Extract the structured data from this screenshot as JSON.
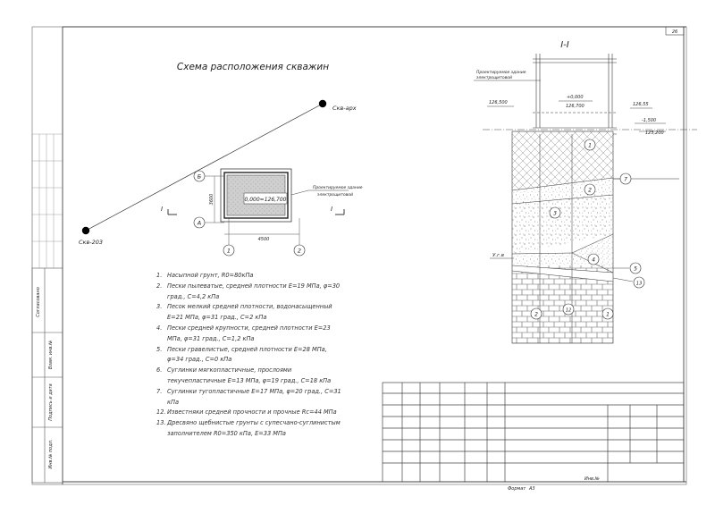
{
  "sheet": {
    "page_number": "26",
    "format_label": "Формат",
    "format_value": "А3",
    "inv_label": "Инв.№",
    "side_stamp": [
      "Согласовано",
      "Взам. инв.№",
      "Подпись и дата",
      "Инв.№ подл."
    ]
  },
  "plan": {
    "title": "Схема расположения скважин",
    "well_top": "Скв-арх",
    "well_bottom": "Скв-203",
    "zero_mark": "0,000=126,700",
    "building_label": [
      "Проектируемое здание",
      "электрощитовой"
    ],
    "dim_width": "4500",
    "dim_height": "3600",
    "axis_b": "Б",
    "axis_a": "А",
    "axis_1": "1",
    "axis_2": "2",
    "section_mark": "I"
  },
  "section": {
    "title": "I-I",
    "building_label": [
      "Проектируемое здание",
      "электрощитовой"
    ],
    "mark_left": "126,500",
    "mark_zero": "+0,000",
    "mark_zero_abs": "126,700",
    "mark_right": "126,55",
    "mark_minus": "-1,500",
    "mark_base": "125,200",
    "groundwater": "У.г.в",
    "layers": [
      "1",
      "2",
      "3",
      "4",
      "5",
      "13",
      "12",
      "2",
      "1",
      "7"
    ]
  },
  "legend": [
    {
      "n": "1.",
      "text": "Насыпной грунт, R0=80кПа"
    },
    {
      "n": "2.",
      "text": "Пески пылеватые, средней плотности E=19 МПа, φ=30 град., C=4,2 кПа"
    },
    {
      "n": "3.",
      "text": "Песок мелкий средней плотности, водонасыщенный E=21 МПа, φ=31 град., C=2 кПа"
    },
    {
      "n": "4.",
      "text": "Пески средней крупности, средней плотности E=23 МПа, φ=31 град., C=1,2 кПа"
    },
    {
      "n": "5.",
      "text": "Пески гравелистые, средней плотности E=28 МПа, φ=34 град., C=0 кПа"
    },
    {
      "n": "6.",
      "text": "Суглинки мягкопластичные, прослоями текучепластичные E=13 МПа, φ=19 град., C=18 кПа"
    },
    {
      "n": "7.",
      "text": "Суглинки тугопластичные E=17 МПа, φ=20 град., C=31 кПа"
    },
    {
      "n": "12.",
      "text": "Известняки средней прочности и прочные Rc=44 МПа"
    },
    {
      "n": "13.",
      "text": "Дресвяно щебнистые грунты с супесчано-суглинистым заполнителем R0=350 кПа, E=33 МПа"
    }
  ]
}
